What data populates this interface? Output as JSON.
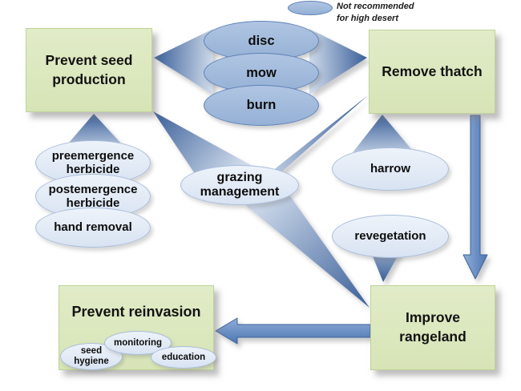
{
  "legend": {
    "note": "Not recommended\nfor high desert"
  },
  "boxes": {
    "prevent_seed_production": "Prevent seed\nproduction",
    "remove_thatch": "Remove thatch",
    "improve_rangeland": "Improve\nrangeland",
    "prevent_reinvasion": "Prevent reinvasion"
  },
  "methods": {
    "mechanical_not_recommended": [
      "disc",
      "mow",
      "burn"
    ],
    "prevent_seed": [
      "preemergence\nherbicide",
      "postemergence\nherbicide",
      "hand removal"
    ],
    "shared": "grazing\nmanagement",
    "remove_thatch": [
      "harrow",
      "revegetation"
    ],
    "prevent_reinvasion": [
      "seed\nhygiene",
      "monitoring",
      "education"
    ]
  },
  "colors": {
    "process_box_green": "#d7e4b6",
    "not_recommended_blue": "#9db5d8",
    "method_light_blue": "#dde6f3",
    "connector_dark_blue": "#3a5f99",
    "arrow_blue": "#4d76b2"
  }
}
